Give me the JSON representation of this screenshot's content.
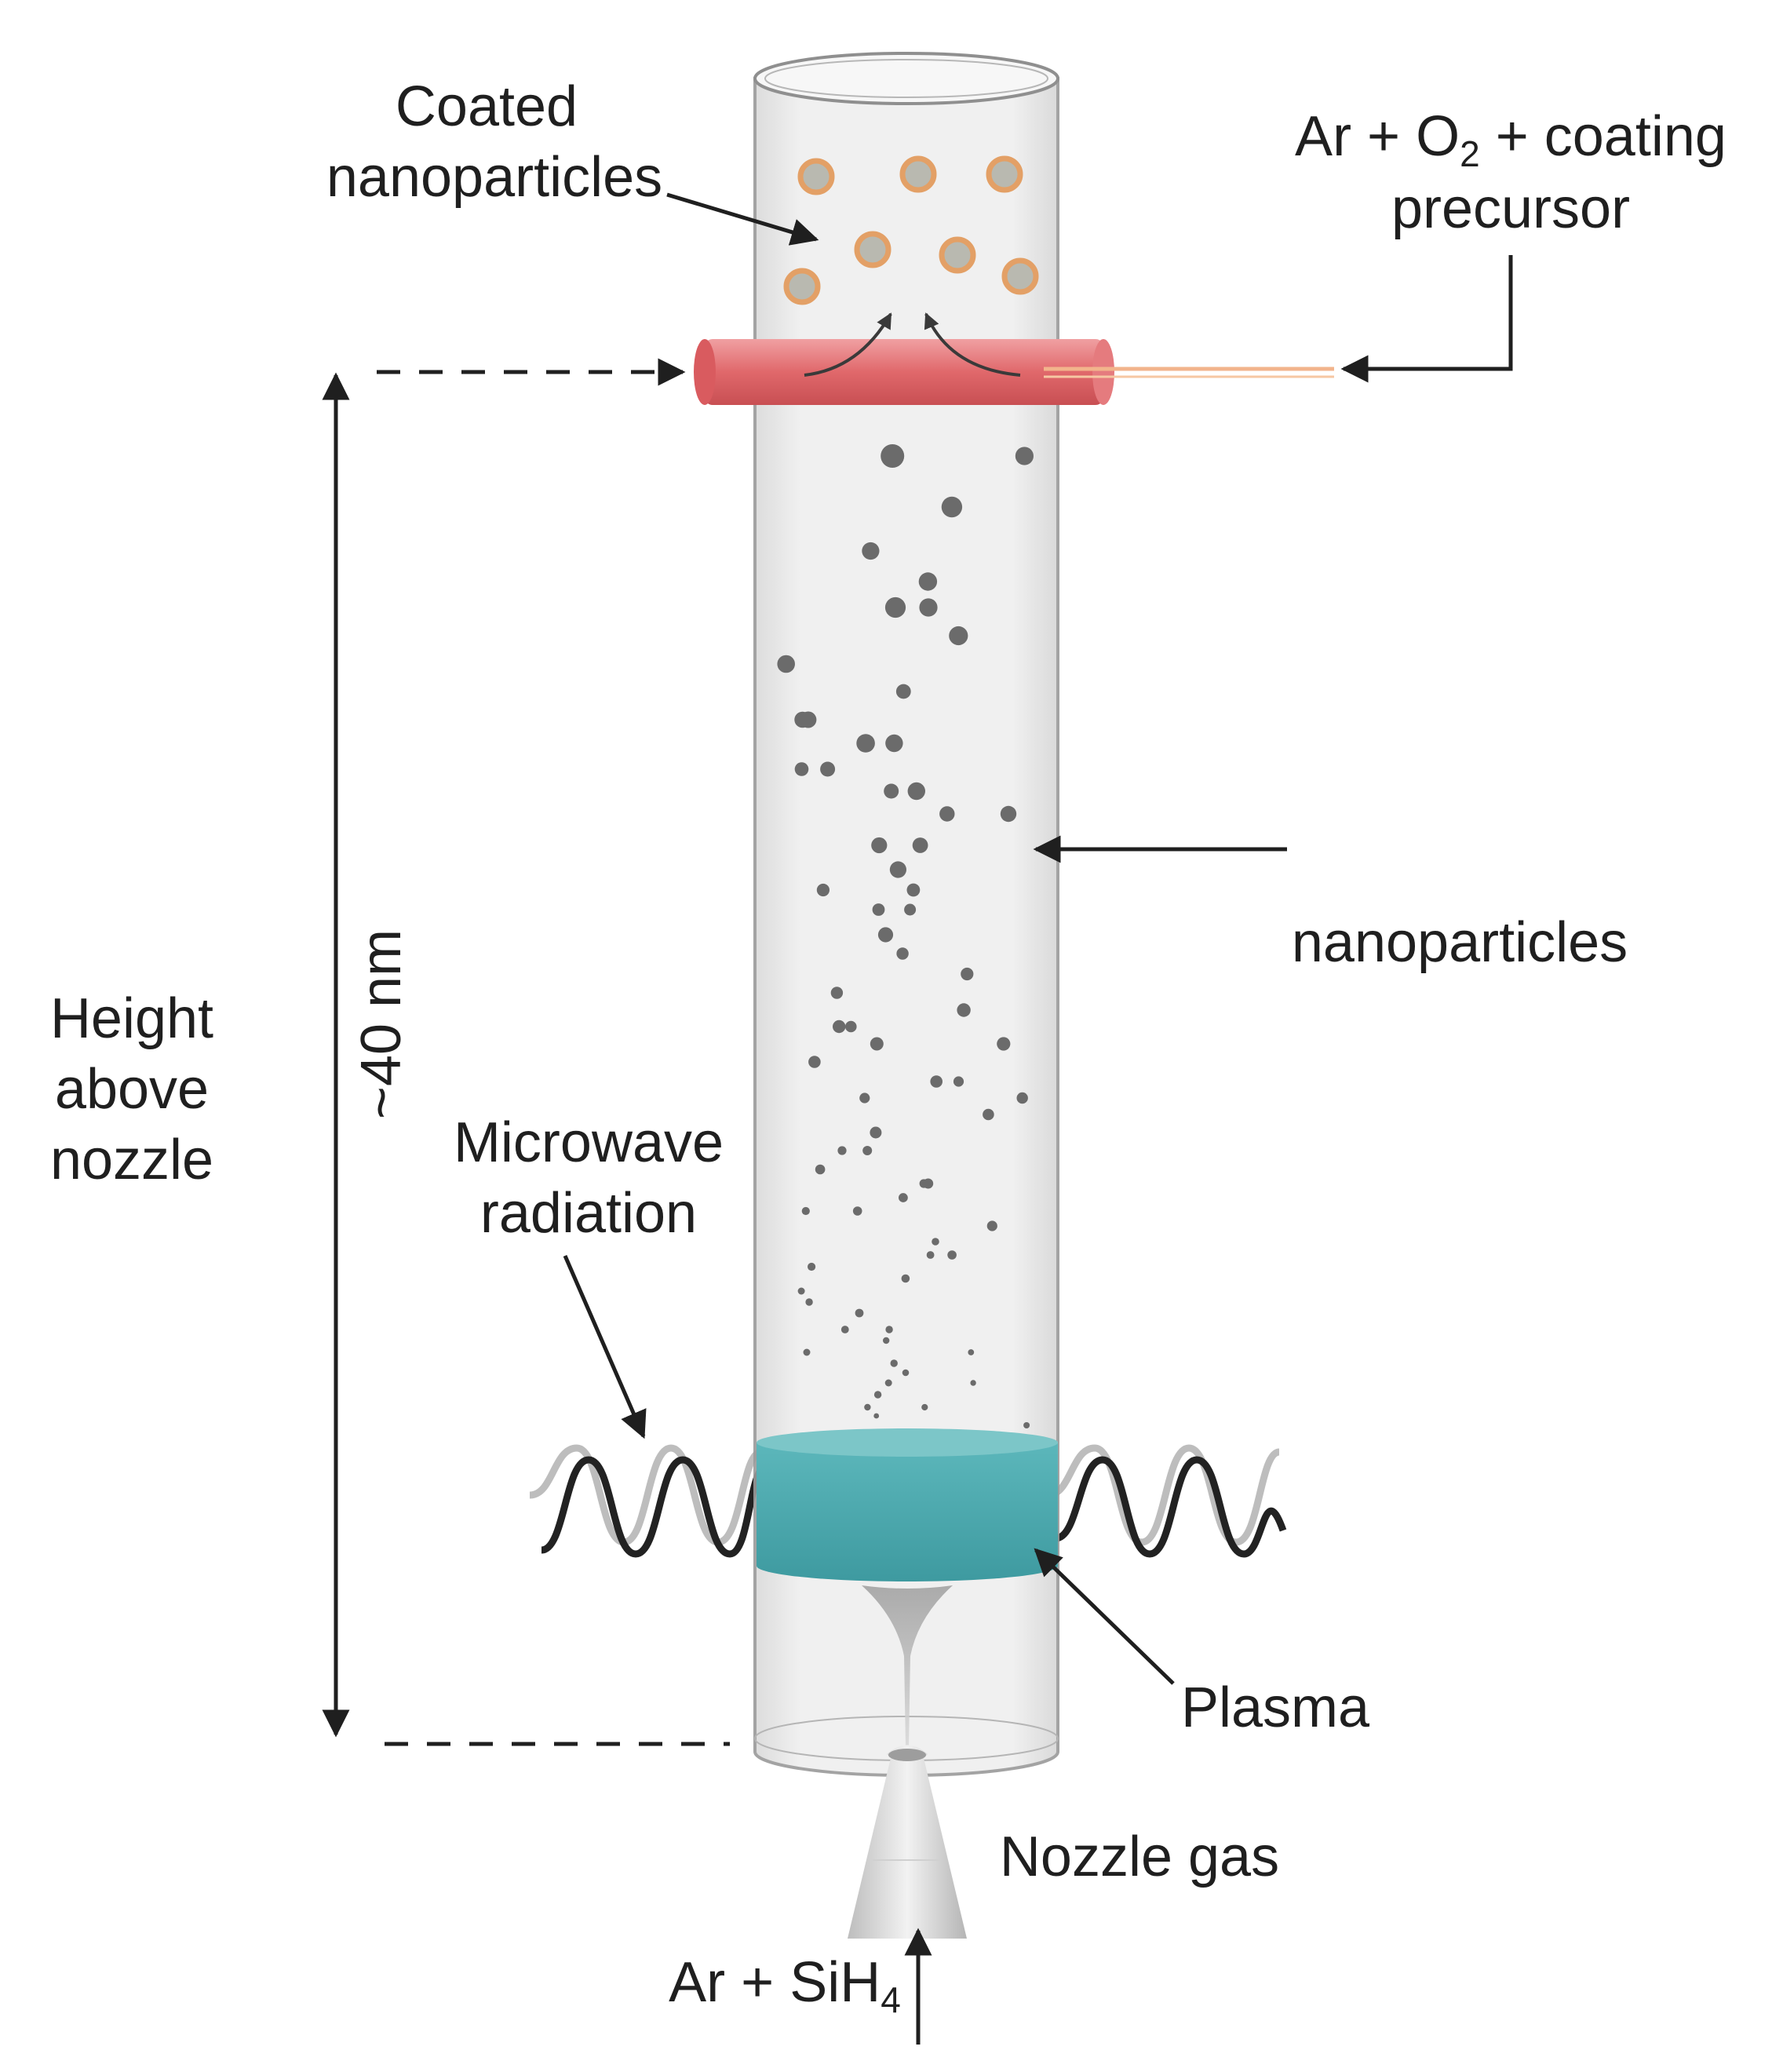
{
  "labels": {
    "coated_line1": "Coated",
    "coated_line2": "nanoparticles",
    "precursor_line1_a": "Ar + O",
    "precursor_line1_sub": "2",
    "precursor_line1_b": " + coating",
    "precursor_line2": "precursor",
    "nanoparticles": "nanoparticles",
    "height_line1": "Height",
    "height_line2": "above",
    "height_line3": "nozzle",
    "distance": "~40 nm",
    "microwave_line1": "Microwave",
    "microwave_line2": "radiation",
    "plasma": "Plasma",
    "nozzle_gas": "Nozzle gas",
    "feed_a": "Ar + SiH",
    "feed_sub": "4"
  },
  "colors": {
    "tube_fill": "#eaeaea",
    "tube_stroke": "#9a9a9a",
    "ring": "#e0686b",
    "plasma": "#44a3a8",
    "particle": "#6b6b6b",
    "coated_core": "#b9b9b0",
    "coated_shell": "#e3a066",
    "text": "#1f1f1f"
  }
}
